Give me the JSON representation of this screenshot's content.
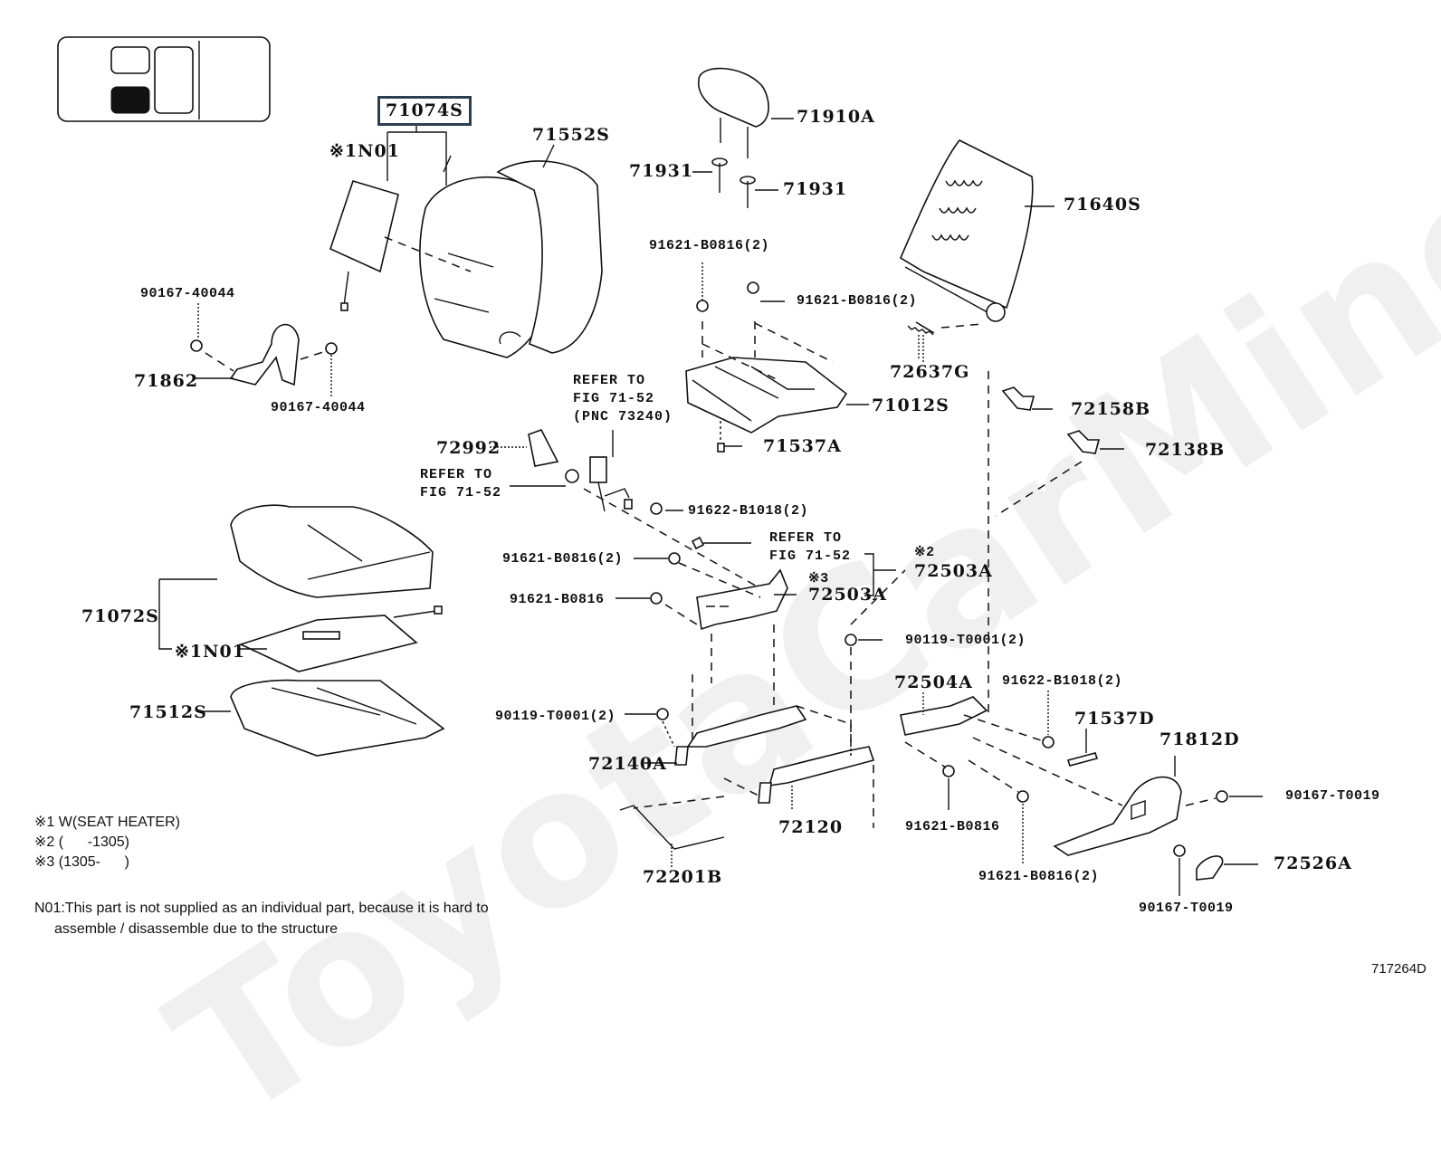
{
  "watermark": "ToyotaCarMine.ru",
  "figure_id": "717264D",
  "locator": {
    "name": "seat-position-locator",
    "selected_position": "front-left (lower-left cell filled)"
  },
  "labels": {
    "seatback_assy": "71074S",
    "seatback_heater": "※1N01",
    "seatback_cover": "71552S",
    "headrest": "71910A",
    "headrest_support_1": "71931",
    "headrest_support_2": "71931",
    "seatback_frame": "71640S",
    "bolt_top_left_a": "90167-40044",
    "shield_inner": "71862",
    "bolt_top_left_b": "90167-40044",
    "bolt_cushion_frame_a": "91621-B0816(2)",
    "bolt_cushion_frame_b": "91621-B0816(2)",
    "spring": "72637G",
    "cushion_frame": "71012S",
    "cover_72158B": "72158B",
    "cover_72138B": "72138B",
    "refer_pnc": "REFER TO\nFIG 71-52\n(PNC 73240)",
    "cushion_71537A": "71537A",
    "cover_72992": "72992",
    "refer_fig_a": "REFER TO\nFIG 71-52",
    "bolt_91622_a": "91622-B1018(2)",
    "refer_fig_b": "REFER TO\nFIG 71-52",
    "bolt_91621_c": "91621-B0816(2)",
    "bolt_91621_d": "91621-B0816",
    "adjuster_note3": "※3",
    "adjuster_a": "72503A",
    "adjuster_note2": "※2",
    "adjuster_b": "72503A",
    "cushion_assy": "71072S",
    "cushion_heater": "※1N01",
    "cushion_pad": "71512S",
    "bolt_90119_a": "90119-T0001(2)",
    "track_72504A": "72504A",
    "bolt_91622_b": "91622-B1018(2)",
    "bolt_90119_b": "90119-T0001(2)",
    "cover_71537D": "71537D",
    "shield_outer": "71812D",
    "adjuster_inner": "72140A",
    "track_72120": "72120",
    "bolt_91621_e": "91621-B0816",
    "bolt_90167_t_a": "90167-T0019",
    "knob": "72526A",
    "lever": "72201B",
    "bolt_91621_f": "91621-B0816(2)",
    "bolt_90167_t_b": "90167-T0019"
  },
  "notes": {
    "n1": "※1 W(SEAT HEATER)",
    "n2": "※2 (      -1305)",
    "n3": "※3 (1305-      )",
    "n01_line1": "N01:This part is not supplied as an individual part, because it is hard to",
    "n01_line2": "assemble / disassemble due to the structure"
  }
}
